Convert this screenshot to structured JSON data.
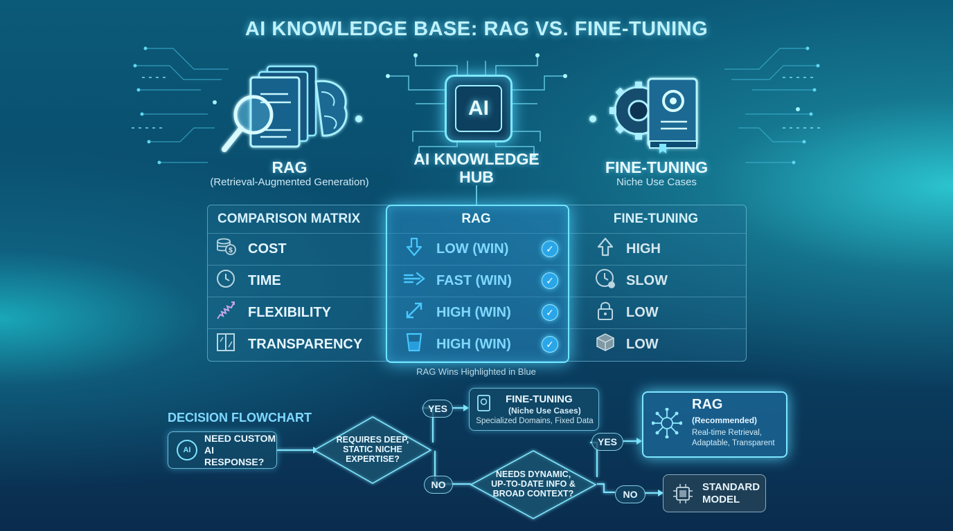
{
  "title": "AI KNOWLEDGE BASE: RAG VS. FINE-TUNING",
  "hub": {
    "chip_label": "AI",
    "title_line1": "AI KNOWLEDGE",
    "title_line2": "HUB"
  },
  "rag": {
    "title": "RAG",
    "subtitle": "(Retrieval-Augmented Generation)"
  },
  "finetuning": {
    "title": "FINE-TUNING",
    "subtitle": "Niche Use Cases"
  },
  "matrix": {
    "header": [
      "COMPARISON MATRIX",
      "RAG",
      "FINE-TUNING"
    ],
    "rows": [
      {
        "criterion": "COST",
        "criterion_icon": "coins-icon",
        "rag": "LOW (WIN)",
        "rag_icon": "arrow-down-icon",
        "ft": "HIGH",
        "ft_icon": "arrow-up-icon"
      },
      {
        "criterion": "TIME",
        "criterion_icon": "clock-icon",
        "rag": "FAST (WIN)",
        "rag_icon": "fast-arrow-icon",
        "ft": "SLOW",
        "ft_icon": "clock-icon"
      },
      {
        "criterion": "FLEXIBILITY",
        "criterion_icon": "spring-icon",
        "rag": "HIGH (WIN)",
        "rag_icon": "expand-arrows-icon",
        "ft": "LOW",
        "ft_icon": "lock-icon"
      },
      {
        "criterion": "TRANSPARENCY",
        "criterion_icon": "window-icon",
        "rag": "HIGH (WIN)",
        "rag_icon": "glass-icon",
        "ft": "LOW",
        "ft_icon": "cube-icon"
      }
    ],
    "caption": "RAG Wins Highlighted in Blue"
  },
  "flow": {
    "title": "DECISION FLOWCHART",
    "start_line1": "NEED CUSTOM",
    "start_line2": "AI RESPONSE?",
    "start_icon_label": "AI",
    "d1": [
      "REQUIRES DEEP,",
      "STATIC NICHE",
      "EXPERTISE?"
    ],
    "d2": [
      "NEEDS DYNAMIC,",
      "UP-TO-DATE INFO &",
      "BROAD CONTEXT?"
    ],
    "yes1": "YES",
    "no1": "NO",
    "yes2": "YES",
    "no2": "NO",
    "ft_box": {
      "title": "FINE-TUNING",
      "sub": "(Niche Use Cases)",
      "desc": "Specialized Domains, Fixed Data"
    },
    "rag_box": {
      "title": "RAG",
      "sub": "(Recommended)",
      "desc1": "Real-time Retrieval,",
      "desc2": "Adaptable, Transparent"
    },
    "std_box": {
      "line1": "STANDARD",
      "line2": "MODEL"
    }
  },
  "colors": {
    "accent": "#6fe6ff",
    "win": "#7fd9ff",
    "check": "#2aa6e8"
  }
}
